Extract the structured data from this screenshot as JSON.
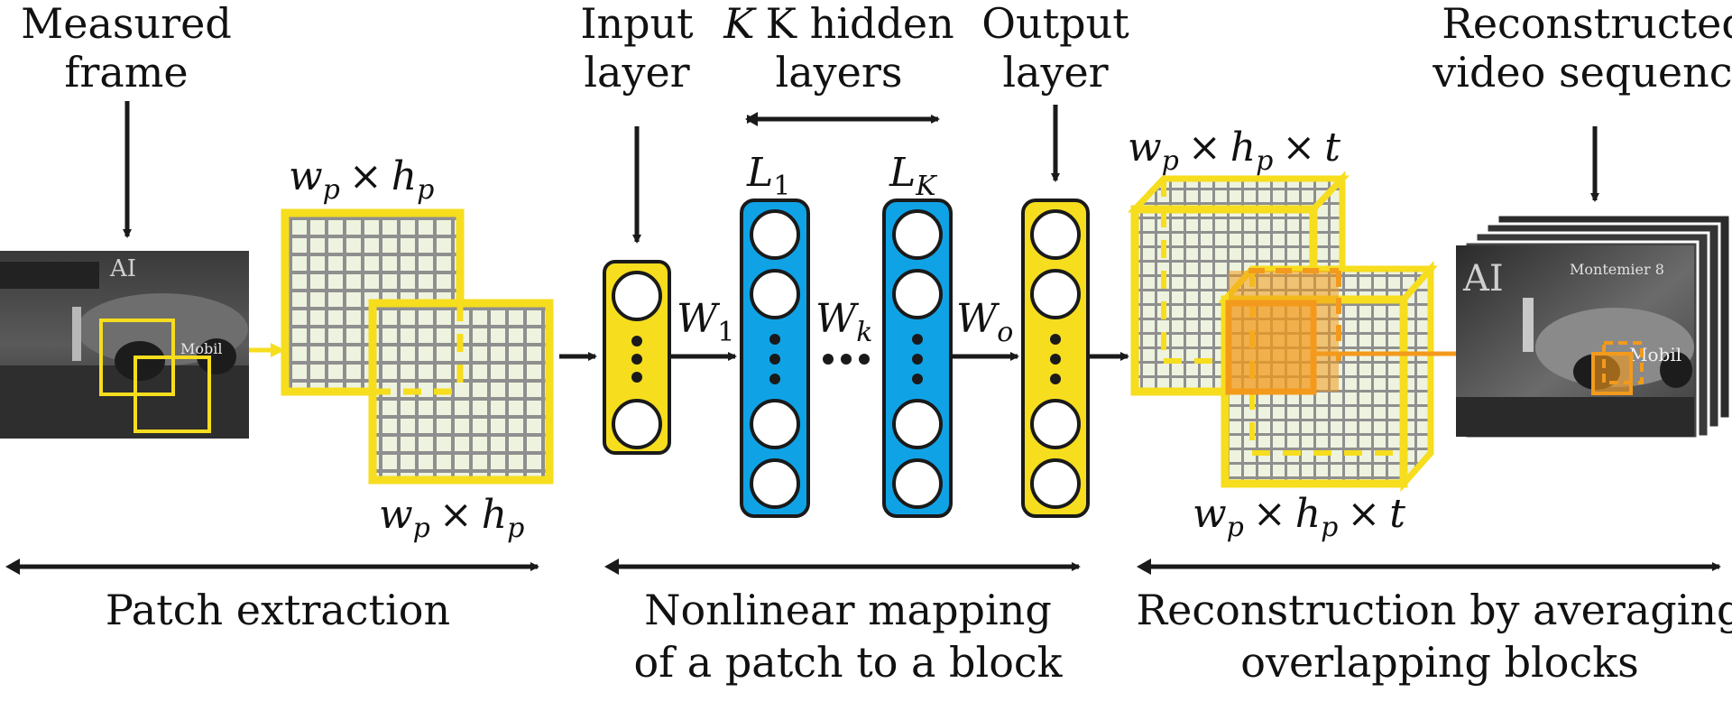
{
  "labels": {
    "measured_frame": [
      "Measured",
      "frame"
    ],
    "input_layer": [
      "Input",
      "layer"
    ],
    "k_hidden_layers": [
      "K hidden",
      "layers"
    ],
    "output_layer": [
      "Output",
      "layer"
    ],
    "reconstructed": [
      "Reconstructed",
      "video sequence"
    ],
    "patch_extraction": "Patch extraction",
    "nonlinear_mapping": [
      "Nonlinear mapping",
      "of a patch to a block"
    ],
    "reconstruction_averaging": [
      "Reconstruction by averaging",
      "overlapping blocks"
    ]
  },
  "math": {
    "k_symbol": "K",
    "patch_size_top": {
      "w": "w",
      "w_sub": "p",
      "times": "×",
      "h": "h",
      "h_sub": "p"
    },
    "patch_size_bottom": {
      "w": "w",
      "w_sub": "p",
      "times": "×",
      "h": "h",
      "h_sub": "p"
    },
    "block_size_top": {
      "w": "w",
      "w_sub": "p",
      "times": "×",
      "h": "h",
      "h_sub": "p",
      "t": "t"
    },
    "block_size_bottom": {
      "w": "w",
      "w_sub": "p",
      "times": "×",
      "h": "h",
      "h_sub": "p",
      "t": "t"
    },
    "L1": {
      "base": "L",
      "sub": "1"
    },
    "LK": {
      "base": "L",
      "sub": "K"
    },
    "W1": {
      "base": "W",
      "sub": "1"
    },
    "Wk": {
      "base": "W",
      "sub": "k"
    },
    "Wo": {
      "base": "W",
      "sub": "o"
    }
  },
  "photo_text": {
    "brand": "Mobil",
    "sponsor": "Montemier 8",
    "sign": "AI"
  },
  "colors": {
    "yellow": "#f6dd1e",
    "blue": "#0fa3e6",
    "orange": "#f39a1c",
    "grid_cell": "#eef3df",
    "grid_line": "#8f8f8f",
    "arrow": "#1a1a1a"
  }
}
